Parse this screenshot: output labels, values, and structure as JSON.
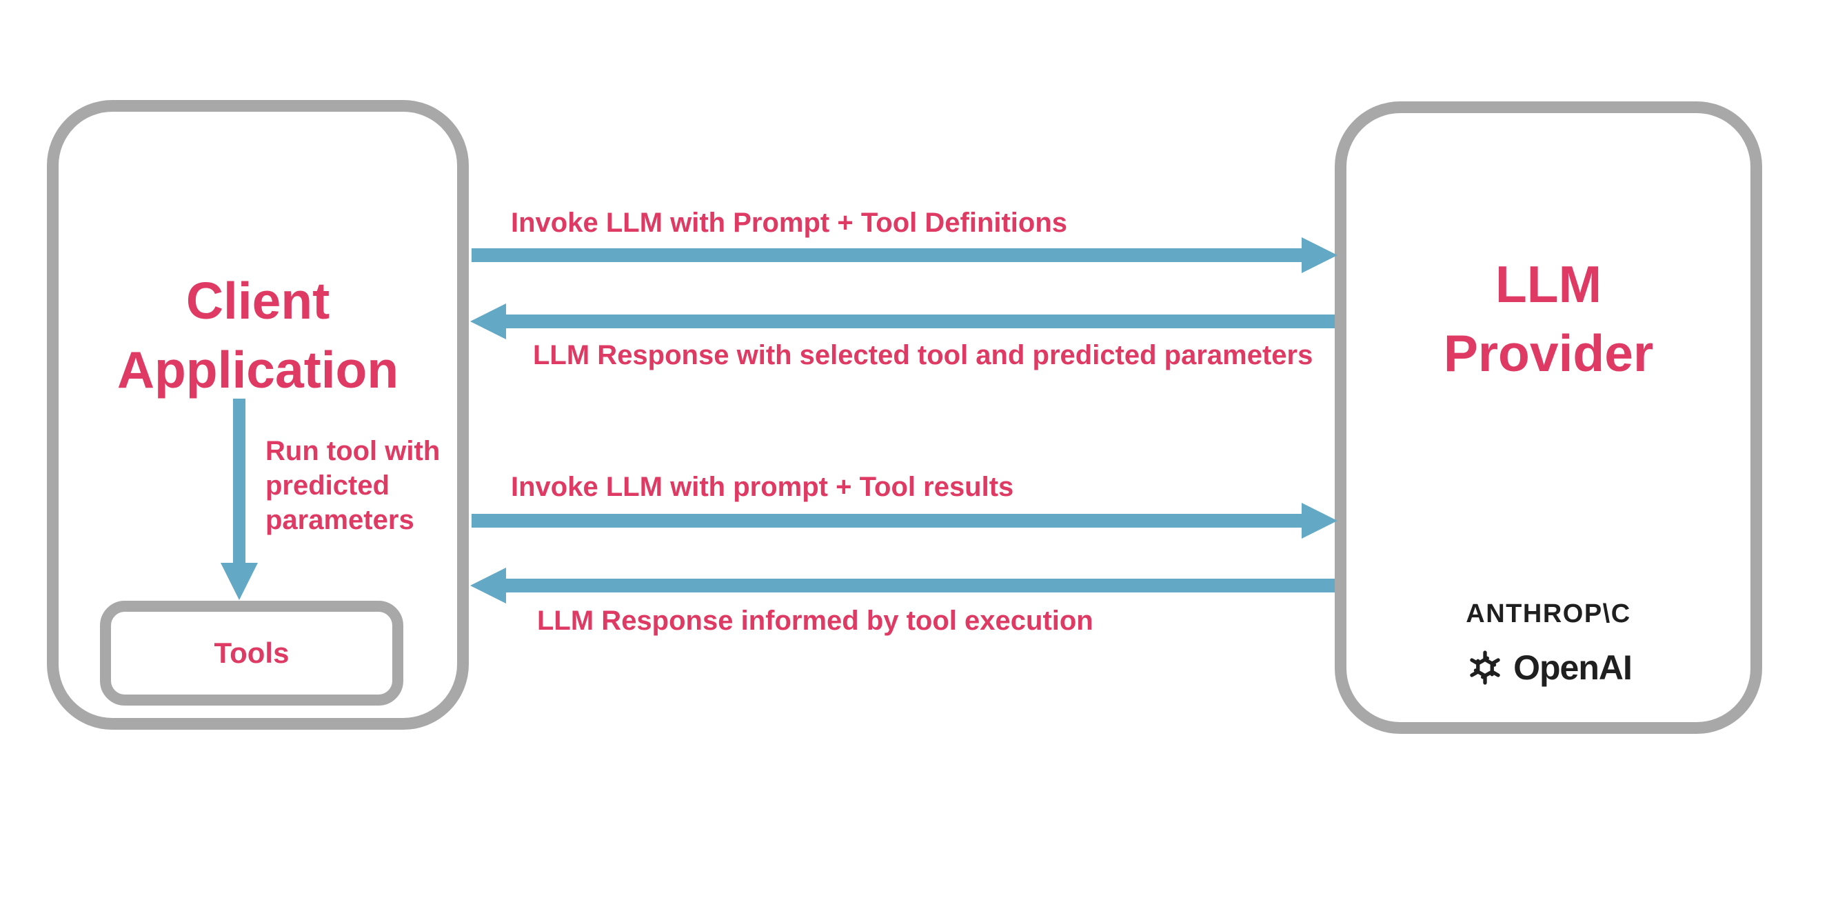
{
  "palette": {
    "pink": "#df3a63",
    "blue": "#63a8c4",
    "gray": "#a8a8a8",
    "dark": "#1f1f1f",
    "bg": "#ffffff"
  },
  "client_box": {
    "title": "Client\nApplication",
    "run_tool_label": "Run tool with\npredicted\nparameters",
    "tools_label": "Tools"
  },
  "llm_box": {
    "title": "LLM\nProvider",
    "anthropic_text": "ANTHROP\\C",
    "openai_text": "OpenAI"
  },
  "flows": [
    {
      "direction": "right",
      "label": "Invoke LLM with Prompt + Tool Definitions"
    },
    {
      "direction": "left",
      "label": "LLM Response with selected tool and predicted parameters"
    },
    {
      "direction": "right",
      "label": "Invoke LLM with prompt + Tool results"
    },
    {
      "direction": "left",
      "label": "LLM Response informed by tool execution"
    }
  ]
}
